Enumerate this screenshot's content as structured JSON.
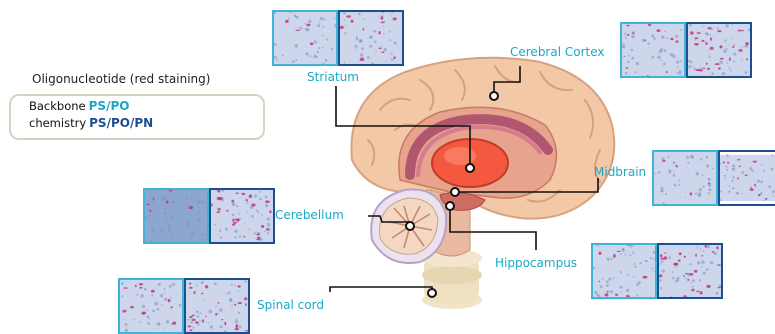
{
  "legend": {
    "title": "Oligonucleotide (red staining)",
    "row1_label": "Backbone",
    "row1_value": "PS/PO",
    "row2_label": "chemistry",
    "row2_value": "PS/PO/PN"
  },
  "regions": [
    {
      "id": "striatum",
      "label": "Striatum"
    },
    {
      "id": "cortex",
      "label": "Cerebral Cortex"
    },
    {
      "id": "midbrain",
      "label": "Midbrain"
    },
    {
      "id": "cerebellum",
      "label": "Cerebellum"
    },
    {
      "id": "hippocampus",
      "label": "Hippocampus"
    },
    {
      "id": "spinal",
      "label": "Spinal cord"
    }
  ],
  "colors": {
    "label": "#19a9c6",
    "panel_light_border": "#3fb4d4",
    "panel_dark_border": "#1b4f8f",
    "stain_red": "#c0307a",
    "tissue_blue": "#a9b9d9"
  }
}
